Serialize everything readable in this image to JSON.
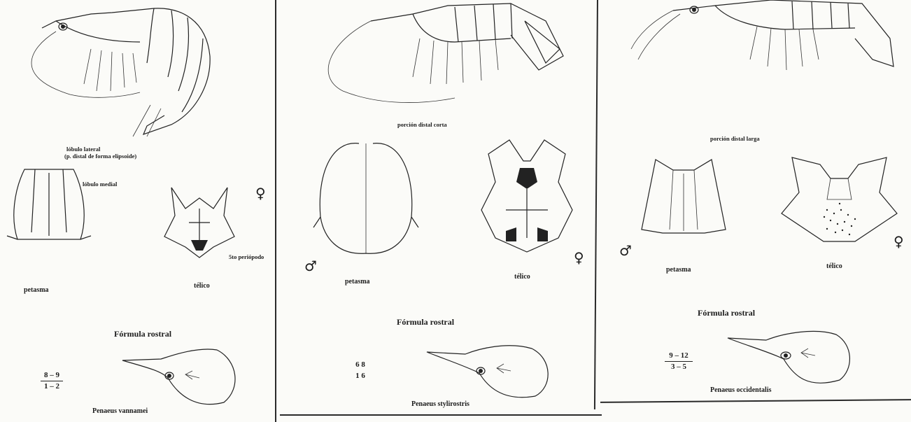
{
  "panels": [
    {
      "species": "Penaeus vannamei",
      "annotations": {
        "lobulo_lateral": "lóbulo lateral",
        "lobulo_lateral_note": "(p. distal de forma elipsoide)",
        "lobulo_medial": "lóbulo medial",
        "pereiopod": "5to periópodo"
      },
      "petasma": "petasma",
      "telico": "télico",
      "formula_title": "Fórmula rostral",
      "formula": {
        "top": "8 – 9",
        "bottom": "1 – 2"
      },
      "female_symbol": "♀"
    },
    {
      "species": "Penaeus stylirostris",
      "annotations": {
        "porcion": "porción distal corta"
      },
      "petasma": "petasma",
      "telico": "télico",
      "formula_title": "Fórmula rostral",
      "formula": {
        "top": "6   8",
        "bottom": "1   6"
      },
      "male_symbol": "♂",
      "female_symbol": "♀"
    },
    {
      "species": "Penaeus occidentalis",
      "annotations": {
        "porcion": "porción distal larga"
      },
      "petasma": "petasma",
      "telico": "télico",
      "formula_title": "Fórmula rostral",
      "formula": {
        "top": "9 – 12",
        "bottom": "3 – 5"
      },
      "male_symbol": "♂",
      "female_symbol": "♀"
    }
  ]
}
